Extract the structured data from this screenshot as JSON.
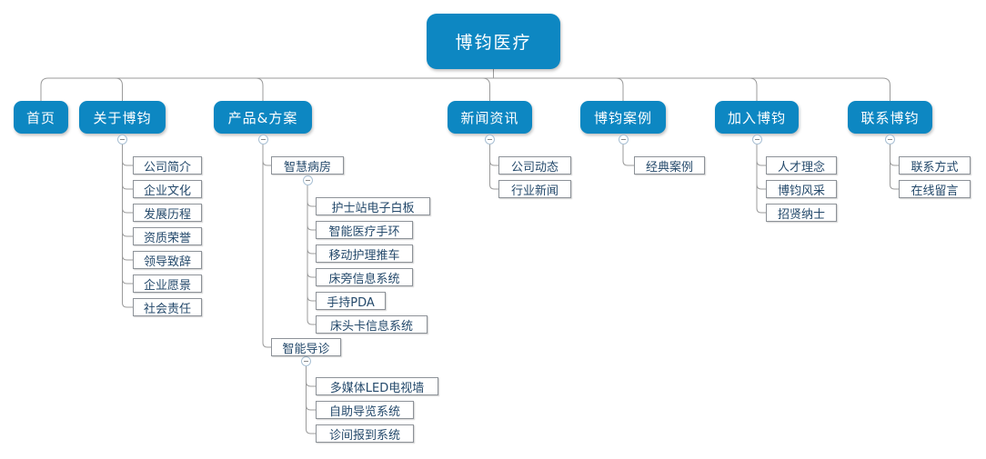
{
  "colors": {
    "node_blue": "#0d87c2",
    "node_text": "#ffffff",
    "leaf_border": "#8d9298",
    "leaf_text": "#24496b",
    "line": "#9b9b9b",
    "collapse_border": "#a9c0d4"
  },
  "icons": {
    "collapse": "minus-circle-icon"
  },
  "root": {
    "label": "博钧医疗"
  },
  "sections": [
    {
      "label": "首页",
      "children": []
    },
    {
      "label": "关于博钧",
      "children": [
        {
          "label": "公司简介"
        },
        {
          "label": "企业文化"
        },
        {
          "label": "发展历程"
        },
        {
          "label": "资质荣誉"
        },
        {
          "label": "领导致辞"
        },
        {
          "label": "企业愿景"
        },
        {
          "label": "社会责任"
        }
      ]
    },
    {
      "label": "产品&方案",
      "children": [
        {
          "label": "智慧病房",
          "children": [
            {
              "label": "护士站电子白板"
            },
            {
              "label": "智能医疗手环"
            },
            {
              "label": "移动护理推车"
            },
            {
              "label": "床旁信息系统"
            },
            {
              "label": "手持PDA"
            },
            {
              "label": "床头卡信息系统"
            }
          ]
        },
        {
          "label": "智能导诊",
          "children": [
            {
              "label": "多媒体LED电视墙"
            },
            {
              "label": "自助导览系统"
            },
            {
              "label": "诊间报到系统"
            }
          ]
        }
      ]
    },
    {
      "label": "新闻资讯",
      "children": [
        {
          "label": "公司动态"
        },
        {
          "label": "行业新闻"
        }
      ]
    },
    {
      "label": "博钧案例",
      "children": [
        {
          "label": "经典案例"
        }
      ]
    },
    {
      "label": "加入博钧",
      "children": [
        {
          "label": "人才理念"
        },
        {
          "label": "博钧风采"
        },
        {
          "label": "招贤纳士"
        }
      ]
    },
    {
      "label": "联系博钧",
      "children": [
        {
          "label": "联系方式"
        },
        {
          "label": "在线留言"
        }
      ]
    }
  ]
}
